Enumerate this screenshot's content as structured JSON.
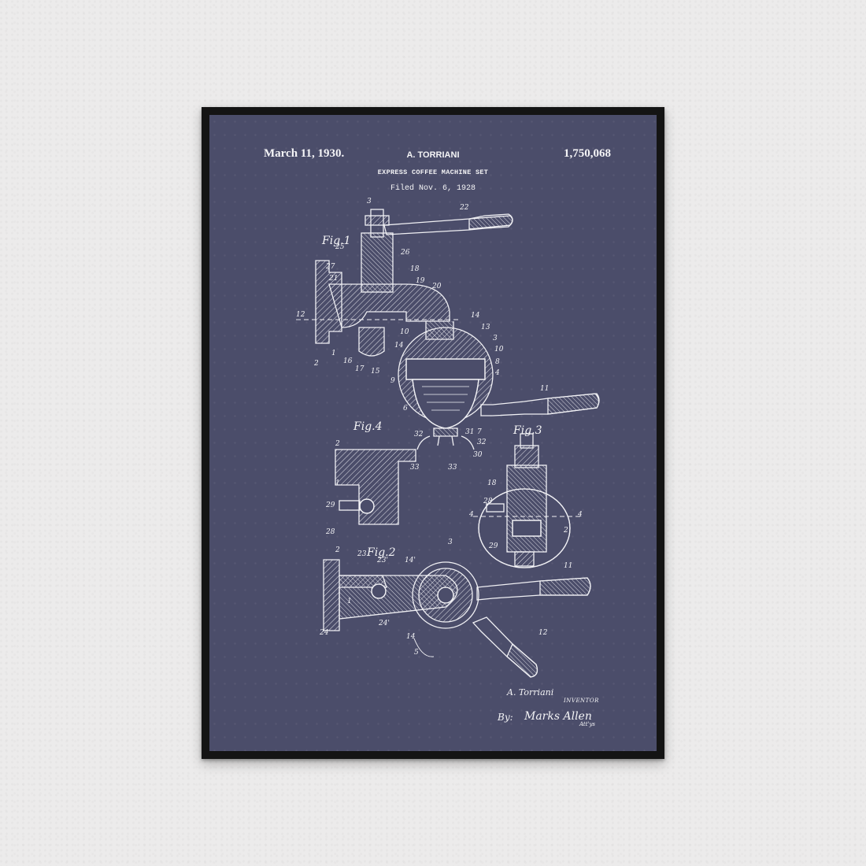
{
  "patent": {
    "date": "March 11, 1930.",
    "inventor": "A. TORRIANI",
    "number": "1,750,068",
    "title": "EXPRESS COFFEE MACHINE SET",
    "filed": "Filed Nov. 6, 1928"
  },
  "figures": {
    "fig1": "Fig.1",
    "fig2": "Fig.2",
    "fig3": "Fig.3",
    "fig4": "Fig.4"
  },
  "signature": {
    "inventor_sig": "A. Torriani",
    "inventor_role": "INVENTOR",
    "by": "By:",
    "attorney_sig": "Marks Allen",
    "attorney_role": "Att'ys"
  },
  "colors": {
    "wall": "#ecebeb",
    "frame": "#141414",
    "poster": "#4b4d6a",
    "ink": "#f4f4f6"
  }
}
